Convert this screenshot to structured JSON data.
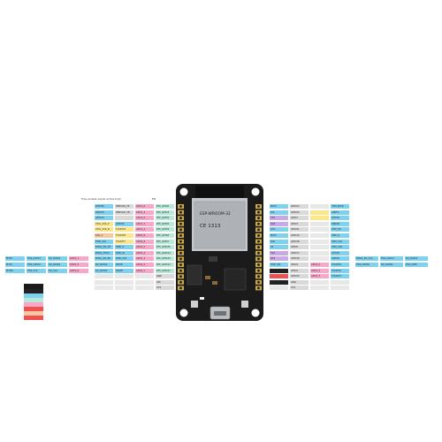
{
  "colors": {
    "pin": "#d9d9d9",
    "gpio": "#7fd1f0",
    "adc": "#f7a8c8",
    "touch": "#fbe68b",
    "uart": "#c9a8e8",
    "spi": "#9fdcaa",
    "rtc": "#b8e8d8",
    "strap": "#f6c89f",
    "power": "#f05050",
    "ground": "#222222",
    "extra": "#e8e8e8",
    "board": "#1b1b1b",
    "module": "#c3c6ca",
    "shield": "#aeb2b6",
    "usb": "#b9bcc0"
  },
  "module_lines": [
    "ESP-WROOM-32",
    "CE 1313"
  ],
  "legend": {
    "header": "",
    "swatches": [
      "ground",
      "gpio",
      "rtc",
      "adc",
      "power",
      "strap",
      "power"
    ]
  },
  "top_captions": [
    "Free enable signal active high",
    "EN"
  ],
  "rows": [
    {
      "left": [
        {
          "c": "gpio",
          "t": "GPIO36"
        },
        {
          "c": "pin",
          "t": "SENSOR_VP"
        },
        {
          "c": "adc",
          "t": "ADC1_0"
        },
        {
          "c": "rtc",
          "t": "RTC_GPIO0"
        }
      ],
      "right": [
        {
          "c": "gpio",
          "t": "MOSI"
        },
        {
          "c": "pin",
          "t": "GPIO23"
        },
        {
          "c": "extra",
          "t": ""
        },
        {
          "c": "gpio",
          "t": "VSPI_MOSI"
        }
      ]
    },
    {
      "left": [
        {
          "c": "gpio",
          "t": "GPIO39"
        },
        {
          "c": "pin",
          "t": "SENSOR_VN"
        },
        {
          "c": "adc",
          "t": "ADC1_3"
        },
        {
          "c": "rtc",
          "t": "RTC_GPIO3"
        }
      ],
      "right": [
        {
          "c": "gpio",
          "t": "SCL"
        },
        {
          "c": "pin",
          "t": "GPIO22"
        },
        {
          "c": "touch",
          "t": ""
        },
        {
          "c": "gpio",
          "t": "U0RTS"
        }
      ]
    },
    {
      "left": [
        {
          "c": "gpio",
          "t": "GPIO34"
        },
        {
          "c": "pin",
          "t": ""
        },
        {
          "c": "adc",
          "t": "ADC1_6"
        },
        {
          "c": "rtc",
          "t": "RTC_GPIO4"
        }
      ],
      "right": [
        {
          "c": "uart",
          "t": "TX0"
        },
        {
          "c": "pin",
          "t": "GPIO1"
        },
        {
          "c": "touch",
          "t": ""
        },
        {
          "c": "gpio",
          "t": "U0TXD"
        }
      ]
    },
    {
      "left": [
        {
          "c": "touch",
          "t": "XTAL_32K_P"
        },
        {
          "c": "gpio",
          "t": "GPIO35"
        },
        {
          "c": "adc",
          "t": "ADC1_7"
        },
        {
          "c": "rtc",
          "t": "RTC_GPIO5"
        }
      ],
      "right": [
        {
          "c": "uart",
          "t": "RX0"
        },
        {
          "c": "pin",
          "t": "GPIO3"
        },
        {
          "c": "extra",
          "t": ""
        },
        {
          "c": "gpio",
          "t": "U0RXD"
        }
      ]
    },
    {
      "left": [
        {
          "c": "touch",
          "t": "XTAL_32K_N"
        },
        {
          "c": "touch",
          "t": "TOUCH9"
        },
        {
          "c": "adc",
          "t": "ADC1_4"
        },
        {
          "c": "rtc",
          "t": "RTC_GPIO9"
        }
      ],
      "right": [
        {
          "c": "gpio",
          "t": "SDA"
        },
        {
          "c": "pin",
          "t": "GPIO21"
        },
        {
          "c": "extra",
          "t": ""
        },
        {
          "c": "gpio",
          "t": "VSPI_HD"
        }
      ]
    },
    {
      "left": [
        {
          "c": "strap",
          "t": "DAC_1"
        },
        {
          "c": "touch",
          "t": "TOUCH8"
        },
        {
          "c": "adc",
          "t": "ADC2_8"
        },
        {
          "c": "rtc",
          "t": "RTC_GPIO6"
        }
      ],
      "right": [
        {
          "c": "gpio",
          "t": "MISO"
        },
        {
          "c": "pin",
          "t": "GPIO19"
        },
        {
          "c": "extra",
          "t": ""
        },
        {
          "c": "gpio",
          "t": "VSPI_Q"
        }
      ]
    },
    {
      "left": [
        {
          "c": "gpio",
          "t": "HSPI_CLK"
        },
        {
          "c": "touch",
          "t": "TOUCH7"
        },
        {
          "c": "adc",
          "t": "ADC2_9"
        },
        {
          "c": "rtc",
          "t": "RTC_GPIO7"
        }
      ],
      "right": [
        {
          "c": "gpio",
          "t": "SCK"
        },
        {
          "c": "pin",
          "t": "GPIO18"
        },
        {
          "c": "extra",
          "t": ""
        },
        {
          "c": "gpio",
          "t": "VSPI_CLK"
        }
      ]
    },
    {
      "left": [
        {
          "c": "gpio",
          "t": "EMAC_RX_DV"
        },
        {
          "c": "gpio",
          "t": "HSPI_Q"
        },
        {
          "c": "adc",
          "t": "ADC2_5"
        },
        {
          "c": "rtc",
          "t": "RTC_GPIO15"
        }
      ],
      "right": [
        {
          "c": "gpio",
          "t": "SS"
        },
        {
          "c": "pin",
          "t": "GPIO5"
        },
        {
          "c": "extra",
          "t": ""
        },
        {
          "c": "gpio",
          "t": "VSPI_CS0"
        }
      ]
    },
    {
      "left": [
        {
          "c": "gpio",
          "t": "EMAC_TXD3"
        },
        {
          "c": "gpio",
          "t": "HSPI_ID"
        },
        {
          "c": "adc",
          "t": "ADC2_4"
        },
        {
          "c": "rtc",
          "t": "RTC_GPIO14"
        }
      ],
      "right": [
        {
          "c": "uart",
          "t": "TX2"
        },
        {
          "c": "pin",
          "t": "GPIO17"
        },
        {
          "c": "extra",
          "t": ""
        },
        {
          "c": "gpio",
          "t": "U2TXD"
        }
      ]
    },
    {
      "left": [
        {
          "c": "gpio",
          "t": "EMAC_RX_ER"
        },
        {
          "c": "gpio",
          "t": "HSPI_CS0"
        },
        {
          "c": "adc",
          "t": "ADC2_3"
        },
        {
          "c": "rtc",
          "t": "RTC_GPIO13"
        }
      ],
      "right": [
        {
          "c": "uart",
          "t": "RX2"
        },
        {
          "c": "pin",
          "t": "GPIO16"
        },
        {
          "c": "extra",
          "t": ""
        },
        {
          "c": "gpio",
          "t": "U2RXD"
        }
      ]
    },
    {
      "left": [
        {
          "c": "gpio",
          "t": "SD_DATA2"
        },
        {
          "c": "gpio",
          "t": "SPIHD"
        },
        {
          "c": "adc",
          "t": "ADC2_2"
        },
        {
          "c": "rtc",
          "t": "RTC_GPIO12"
        }
      ],
      "right": [
        {
          "c": "gpio",
          "t": "HSPI_WP"
        },
        {
          "c": "pin",
          "t": "GPIO4"
        },
        {
          "c": "adc",
          "t": "ADC2_0"
        },
        {
          "c": "gpio",
          "t": "TOUCH0"
        }
      ]
    },
    {
      "left": [
        {
          "c": "gpio",
          "t": "SD_DATA3"
        },
        {
          "c": "gpio",
          "t": "SPIWP"
        },
        {
          "c": "adc",
          "t": "ADC2_7"
        },
        {
          "c": "rtc",
          "t": "RTC_GPIO17"
        }
      ],
      "right": [
        {
          "c": "ground",
          "t": ""
        },
        {
          "c": "pin",
          "t": "GPIO2"
        },
        {
          "c": "adc",
          "t": "ADC2_2"
        },
        {
          "c": "gpio",
          "t": "TOUCH2"
        }
      ]
    },
    {
      "left": [
        {
          "c": "extra",
          "t": ""
        },
        {
          "c": "extra",
          "t": ""
        },
        {
          "c": "extra",
          "t": ""
        },
        {
          "c": "pin",
          "t": "GND"
        }
      ],
      "right": [
        {
          "c": "power",
          "t": ""
        },
        {
          "c": "pin",
          "t": "GPIO15"
        },
        {
          "c": "adc",
          "t": "ADC2_3"
        },
        {
          "c": "gpio",
          "t": "TOUCH3"
        }
      ]
    },
    {
      "left": [
        {
          "c": "extra",
          "t": ""
        },
        {
          "c": "extra",
          "t": ""
        },
        {
          "c": "extra",
          "t": ""
        },
        {
          "c": "pin",
          "t": "VIN"
        }
      ],
      "right": [
        {
          "c": "ground",
          "t": ""
        },
        {
          "c": "pin",
          "t": "GND"
        },
        {
          "c": "extra",
          "t": ""
        },
        {
          "c": "extra",
          "t": ""
        }
      ]
    },
    {
      "left": [
        {
          "c": "extra",
          "t": ""
        },
        {
          "c": "extra",
          "t": ""
        },
        {
          "c": "extra",
          "t": ""
        },
        {
          "c": "pin",
          "t": "3V3"
        }
      ],
      "right": [
        {
          "c": "extra",
          "t": ""
        },
        {
          "c": "pin",
          "t": "3V3"
        },
        {
          "c": "extra",
          "t": ""
        },
        {
          "c": "extra",
          "t": ""
        }
      ]
    }
  ],
  "far_left": [
    {
      "row": 9,
      "items": [
        {
          "c": "gpio",
          "t": "MTCK"
        },
        {
          "c": "gpio",
          "t": "HS2_DATA3"
        },
        {
          "c": "gpio",
          "t": "SD_DATA3"
        },
        {
          "c": "adc",
          "t": "ADC2_7"
        }
      ]
    },
    {
      "row": 10,
      "items": [
        {
          "c": "gpio",
          "t": "MTDI"
        },
        {
          "c": "gpio",
          "t": "HS2_DATA2"
        },
        {
          "c": "gpio",
          "t": "SD_DATA2"
        },
        {
          "c": "adc",
          "t": "ADC2_5"
        }
      ]
    },
    {
      "row": 11,
      "items": [
        {
          "c": "gpio",
          "t": "MTMS"
        },
        {
          "c": "gpio",
          "t": "HS2_CLK"
        },
        {
          "c": "gpio",
          "t": "SD_CLK"
        },
        {
          "c": "adc",
          "t": "ADC2_6"
        }
      ]
    }
  ],
  "far_right": [
    {
      "row": 9,
      "items": [
        {
          "c": "gpio",
          "t": "EMAC_RX_CLK"
        },
        {
          "c": "gpio",
          "t": "HS1_DATA1"
        },
        {
          "c": "gpio",
          "t": "SD_DATA1"
        }
      ]
    },
    {
      "row": 10,
      "items": [
        {
          "c": "gpio",
          "t": "HS2_DATA0"
        },
        {
          "c": "gpio",
          "t": "SD_DATA0"
        },
        {
          "c": "gpio",
          "t": "HS2_CMD"
        }
      ]
    }
  ]
}
